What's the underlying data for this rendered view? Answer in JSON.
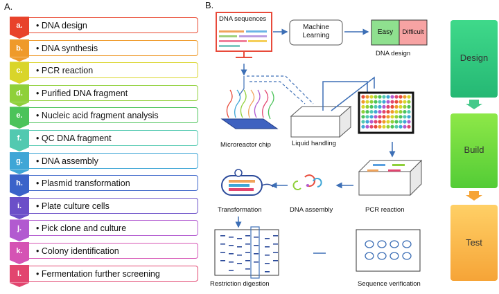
{
  "panel_a_label": "A.",
  "panel_b_label": "B.",
  "steps": [
    {
      "letter": "a.",
      "text": "DNA design",
      "color": "#e8432b"
    },
    {
      "letter": "b.",
      "text": "DNA synthesis",
      "color": "#ef9a2a"
    },
    {
      "letter": "c.",
      "text": "PCR reaction",
      "color": "#d9d52a"
    },
    {
      "letter": "d.",
      "text": "Purified DNA fragment",
      "color": "#8fd03a"
    },
    {
      "letter": "e.",
      "text": "Nucleic acid fragment analysis",
      "color": "#4cc35a"
    },
    {
      "letter": "f.",
      "text": "QC DNA fragment",
      "color": "#52c9b0"
    },
    {
      "letter": "g.",
      "text": "DNA assembly",
      "color": "#3fa6d6"
    },
    {
      "letter": "h.",
      "text": "Plasmid transformation",
      "color": "#3a63c9"
    },
    {
      "letter": "i.",
      "text": "Plate culture cells",
      "color": "#6b4fc8"
    },
    {
      "letter": "j.",
      "text": "Pick clone and culture",
      "color": "#b25ad0"
    },
    {
      "letter": "k.",
      "text": "Colony identification",
      "color": "#d553b4"
    },
    {
      "letter": "l.",
      "text": "Fermentation further screening",
      "color": "#e2456f"
    }
  ],
  "workflow": {
    "dna_sequences": "DNA sequences",
    "machine_learning": "Machine\nLearning",
    "easy": "Easy",
    "difficult": "Difficult",
    "dna_design": "DNA design",
    "microreactor_chip": "Microreactor chip",
    "liquid_handling": "Liquid handling",
    "transformation": "Transformation",
    "dna_assembly": "DNA assembly",
    "pcr_reaction": "PCR reaction",
    "restriction_digestion": "Restriction digestion",
    "sequence_verification": "Sequence verification"
  },
  "dbt": {
    "design": "Design",
    "build": "Build",
    "test": "Test"
  },
  "colors": {
    "design_top": "#3fd98a",
    "design_bottom": "#25b874",
    "build_top": "#8ee848",
    "build_bottom": "#53cc36",
    "test_top": "#ffd066",
    "test_bottom": "#f6a437",
    "easy_fill": "#8fe08f",
    "difficult_fill": "#f7a3a3",
    "arrow_blue": "#3d6fb6"
  }
}
